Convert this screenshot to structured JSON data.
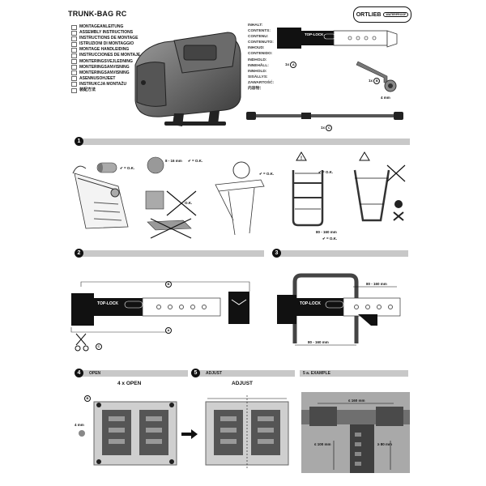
{
  "header": {
    "title": "TRUNK-BAG RC",
    "brand": "ORTLIEB",
    "brand_tag": "WATERPROOF"
  },
  "languages": [
    "MONTAGEANLEITUNG",
    "ASSEMBLY INSTRUCTIONS",
    "INSTRUCTIONS DE MONTAGE",
    "ISTRUZIONI DI MONTAGGIO",
    "MONTAGE HANDLEIDING",
    "INSTRUCCIONES DE MONTAJE",
    "MONTERINGSVEJLEDNING",
    "MONTERINGSANVISNING",
    "MONTERINGSANVISNING",
    "ASENNUSOHJEET",
    "INSTRUKCJA MONTAŻU",
    "装配方法"
  ],
  "contents": [
    "INHALT:",
    "CONTENTS:",
    "CONTENU:",
    "CONTENUTO:",
    "INHOUD:",
    "CONTENIDO:",
    "INDHOLD:",
    "INNEHÅLL:",
    "INNHOLD:",
    "SISÄLLYS:",
    "ZAWARTOŚĆ:",
    "内容物："
  ],
  "parts": {
    "p1": "1x",
    "p1_letter": "A",
    "p2": "1x",
    "p2_letter": "B",
    "p3": "1x",
    "p3_letter": "C",
    "hex": "4 mm",
    "toplock": "TOP-LOCK"
  },
  "steps": {
    "s1": "1",
    "s2": "2",
    "s3": "3",
    "s4": "4",
    "s4_label": "OPEN",
    "s5": "5",
    "s5_label": "ADJUST",
    "s6_label": "5 a. EXAMPLE"
  },
  "step1": {
    "tube_range": "8 - 16 mm",
    "ok": "= O.K.",
    "ok2": "= O.K.",
    "ok3": "= O.K.",
    "ok4": "= O.K.",
    "range": "80 - 160 mm",
    "ok_range": "= O.K."
  },
  "step2": {
    "ref_b": "B",
    "ref_a": "A",
    "ref_c": "C"
  },
  "step3": {
    "top": "80 - 160 mm",
    "bottom": "80 - 160 mm"
  },
  "step4": {
    "heading": "4 x OPEN",
    "hex": "4 mm",
    "b": "B"
  },
  "step5": {
    "heading": "ADJUST"
  },
  "step6": {
    "dim_top": "≤ 160 mm",
    "dim_left": "≤ 100 mm",
    "dim_right": "≥ 80 mm"
  }
}
